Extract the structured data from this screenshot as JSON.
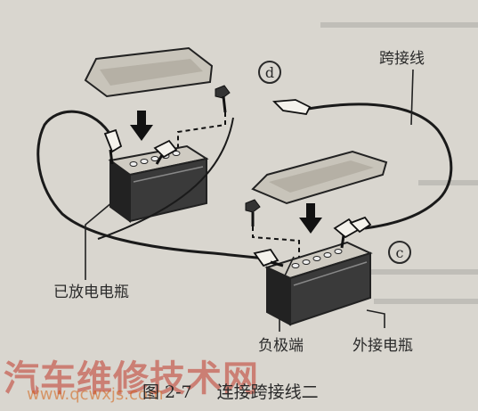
{
  "labels": {
    "jumper_cable": "跨接线",
    "discharged_battery": "已放电电瓶",
    "negative_terminal": "负极端",
    "external_battery": "外接电瓶"
  },
  "markers": {
    "d": "d",
    "c": "c"
  },
  "caption": {
    "figure": "图 2-7",
    "title": "连接跨接线二"
  },
  "watermark": {
    "text": "汽车维修技术网",
    "url": "www.qcwxjs.com"
  }
}
